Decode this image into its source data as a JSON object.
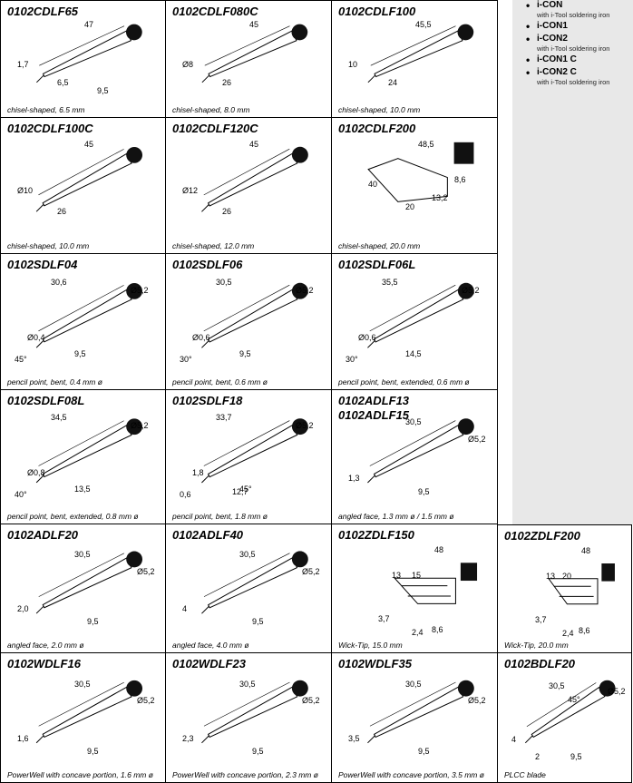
{
  "legend": [
    {
      "name": "i-CON",
      "sub": "with i-Tool soldering iron"
    },
    {
      "name": "i-CON1",
      "sub": ""
    },
    {
      "name": "i-CON2",
      "sub": "with i-Tool soldering iron"
    },
    {
      "name": "i-CON1 C",
      "sub": ""
    },
    {
      "name": "i-CON2 C",
      "sub": "with i-Tool soldering iron"
    }
  ],
  "cells": [
    {
      "code": "0102CDLF65",
      "caption": "chisel-shaped, 6.5 mm",
      "kind": "chisel",
      "dims": [
        "47",
        "1,7",
        "6,5",
        "9,5"
      ]
    },
    {
      "code": "0102CDLF080C",
      "caption": "chisel-shaped, 8.0 mm",
      "kind": "chisel",
      "dims": [
        "45",
        "Ø8",
        "26"
      ]
    },
    {
      "code": "0102CDLF100",
      "caption": "chisel-shaped, 10.0 mm",
      "kind": "chisel",
      "dims": [
        "45,5",
        "10",
        "24"
      ]
    },
    {
      "code": "0102CDLF100C",
      "caption": "chisel-shaped, 10.0 mm",
      "kind": "chisel",
      "dims": [
        "45",
        "Ø10",
        "26"
      ]
    },
    {
      "code": "0102CDLF120C",
      "caption": "chisel-shaped, 12.0 mm",
      "kind": "chisel",
      "dims": [
        "45",
        "Ø12",
        "26"
      ]
    },
    {
      "code": "0102CDLF200",
      "caption": "chisel-shaped, 20.0 mm",
      "kind": "wedge",
      "dims": [
        "48,5",
        "40",
        "8,6",
        "20",
        "13,2"
      ]
    },
    {
      "code": "0102SDLF04",
      "caption": "pencil point, bent, 0.4 mm ø",
      "kind": "pencil",
      "dims": [
        "30,6",
        "Ø5,2",
        "Ø0,4",
        "45°",
        "9,5"
      ]
    },
    {
      "code": "0102SDLF06",
      "caption": "pencil point, bent, 0.6 mm ø",
      "kind": "pencil",
      "dims": [
        "30,5",
        "Ø5,2",
        "Ø0,6",
        "30°",
        "9,5"
      ]
    },
    {
      "code": "0102SDLF06L",
      "caption": "pencil point, bent, extended, 0.6 mm ø",
      "kind": "pencil",
      "dims": [
        "35,5",
        "Ø5,2",
        "Ø0,6",
        "30°",
        "14,5"
      ]
    },
    {
      "code": "0102SDLF08L",
      "caption": "pencil point, bent, extended, 0.8 mm ø",
      "kind": "pencil",
      "dims": [
        "34,5",
        "Ø5,2",
        "Ø0,8",
        "40°",
        "13,5"
      ]
    },
    {
      "code": "0102SDLF18",
      "caption": "pencil point, bent, 1.8 mm ø",
      "kind": "pencil",
      "dims": [
        "33,7",
        "Ø5,2",
        "1,8",
        "0,6",
        "45°",
        "12,7"
      ]
    },
    {
      "code": "0102ADLF13\n0102ADLF15",
      "caption": "angled face, 1.3 mm ø / 1.5 mm ø",
      "kind": "angled",
      "dims": [
        "30,5",
        "Ø5,2",
        "1,3",
        "9,5"
      ]
    },
    {
      "code": "0102ADLF20",
      "caption": "angled face, 2.0 mm ø",
      "kind": "angled",
      "dims": [
        "30,5",
        "Ø5,2",
        "2,0",
        "9,5"
      ]
    },
    {
      "code": "0102ADLF40",
      "caption": "angled face, 4.0 mm ø",
      "kind": "angled",
      "dims": [
        "30,5",
        "Ø5,2",
        "4",
        "9,5"
      ]
    },
    {
      "code": "0102ZDLF150",
      "caption": "Wick-Tip, 15.0 mm",
      "kind": "wick",
      "dims": [
        "48",
        "13",
        "15",
        "3,7",
        "2,4",
        "8,6"
      ]
    },
    {
      "code": "0102ZDLF200",
      "caption": "Wick-Tip, 20.0 mm",
      "kind": "wick",
      "dims": [
        "48",
        "13",
        "20",
        "3,7",
        "2,4",
        "8,6"
      ]
    },
    {
      "code": "0102WDLF16",
      "caption": "PowerWell with concave portion, 1.6 mm ø",
      "kind": "angled",
      "dims": [
        "30,5",
        "Ø5,2",
        "1,6",
        "9,5"
      ]
    },
    {
      "code": "0102WDLF23",
      "caption": "PowerWell with concave portion, 2.3 mm ø",
      "kind": "angled",
      "dims": [
        "30,5",
        "Ø5,2",
        "2,3",
        "9,5"
      ]
    },
    {
      "code": "0102WDLF35",
      "caption": "PowerWell with concave portion, 3.5 mm ø",
      "kind": "angled",
      "dims": [
        "30,5",
        "Ø5,2",
        "3,5",
        "9,5"
      ]
    },
    {
      "code": "0102BDLF20",
      "caption": "PLCC blade",
      "kind": "blade",
      "dims": [
        "30,5",
        "45°",
        "Ø5,2",
        "4",
        "2",
        "9,5"
      ]
    }
  ]
}
